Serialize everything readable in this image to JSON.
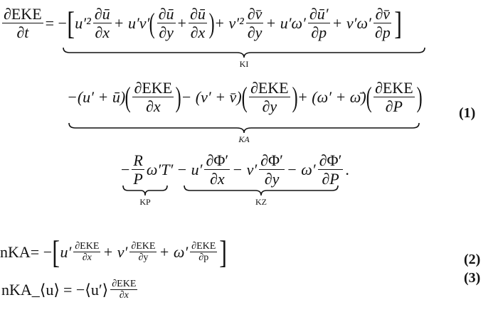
{
  "eq1": {
    "line1": {
      "lhs_num": "∂EKE",
      "lhs_den": "∂t",
      "eq": "= −",
      "lbr": "[",
      "t1": "u′²",
      "f1n": "∂ū",
      "f1d": "∂x",
      "p1": "+ u′v′",
      "lp": "(",
      "f2n": "∂ū",
      "f2d": "∂y",
      "plus": "+",
      "f3n": "∂ū",
      "f3d": "∂x",
      "rp": ")",
      "p2": "+ v′²",
      "f4n": "∂v̄",
      "f4d": "∂y",
      "p3": "+ u′ω′",
      "f5n": "∂ū′",
      "f5d": "∂p",
      "p4": "+ v′ω′",
      "f6n": "∂v̄",
      "f6d": "∂p",
      "rbr": "]"
    },
    "ki_label": "KI",
    "line2": {
      "t1": "−(u′ + ū)",
      "lp": "(",
      "f1n": "∂EKE",
      "f1d": "∂x",
      "rp": ")",
      "t2": "− (v′ + v̄)",
      "f2n": "∂EKE",
      "f2d": "∂y",
      "t3": "+ (ω′ + ω̄)",
      "f3n": "∂EKE",
      "f3d": "∂P"
    },
    "ka_label": "KA",
    "line3": {
      "minus": "−",
      "f1n": "R",
      "f1d": "P",
      "t1": "ω′T′",
      "t2": "− u′",
      "f2n": "∂Φ′",
      "f2d": "∂x",
      "t3": "− v′",
      "f3n": "∂Φ′",
      "f3d": "∂y",
      "t4": "− ω′",
      "f4n": "∂Φ′",
      "f4d": "∂P",
      "end": "."
    },
    "kp_label": "KP",
    "kz_label": "KZ",
    "number": "(1)"
  },
  "eq2": {
    "lhs": "nKA",
    "eq": "= −",
    "lbr": "[",
    "t1": "u′",
    "f1n": "∂EKE",
    "f1d": "∂x",
    "t2": "+ v′",
    "f2n": "∂EKE",
    "f2d": "∂y",
    "t3": "+ ω′",
    "f3n": "∂EKE",
    "f3d": "∂p",
    "rbr": "]",
    "number": "(2)"
  },
  "eq3": {
    "lhs": "nKA_⟨u⟩",
    "eq": "= −⟨u′⟩",
    "f1n": "∂EKE",
    "f1d": "∂x",
    "number": "(3)"
  }
}
